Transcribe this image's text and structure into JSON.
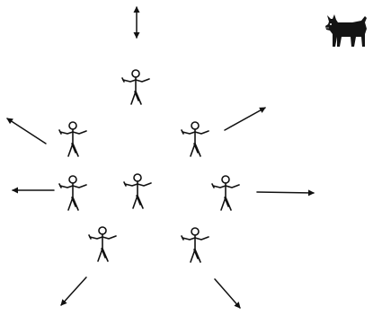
{
  "diagram": {
    "ink_color": "#111111",
    "background": "#ffffff",
    "dog_icon": {
      "icon": "dog-icon",
      "color": "#141414"
    },
    "figures": [
      {
        "id": "top-center",
        "icon": "stick-figure-icon"
      },
      {
        "id": "upper-left",
        "icon": "stick-figure-icon"
      },
      {
        "id": "upper-right",
        "icon": "stick-figure-icon"
      },
      {
        "id": "middle-left",
        "icon": "stick-figure-icon"
      },
      {
        "id": "middle-center",
        "icon": "stick-figure-icon"
      },
      {
        "id": "middle-right",
        "icon": "stick-figure-icon"
      },
      {
        "id": "lower-left",
        "icon": "stick-figure-icon"
      },
      {
        "id": "lower-right",
        "icon": "stick-figure-icon"
      }
    ],
    "arrows": [
      {
        "id": "top",
        "direction": "up-down",
        "icon": "double-arrow-icon"
      },
      {
        "id": "upper-left",
        "direction": "up-left",
        "icon": "arrow-icon"
      },
      {
        "id": "upper-right",
        "direction": "up-right",
        "icon": "arrow-icon"
      },
      {
        "id": "middle-left",
        "direction": "left",
        "icon": "arrow-icon"
      },
      {
        "id": "middle-right",
        "direction": "right",
        "icon": "arrow-icon"
      },
      {
        "id": "lower-left",
        "direction": "down-left",
        "icon": "arrow-icon"
      },
      {
        "id": "lower-right",
        "direction": "down-right",
        "icon": "arrow-icon"
      }
    ]
  }
}
